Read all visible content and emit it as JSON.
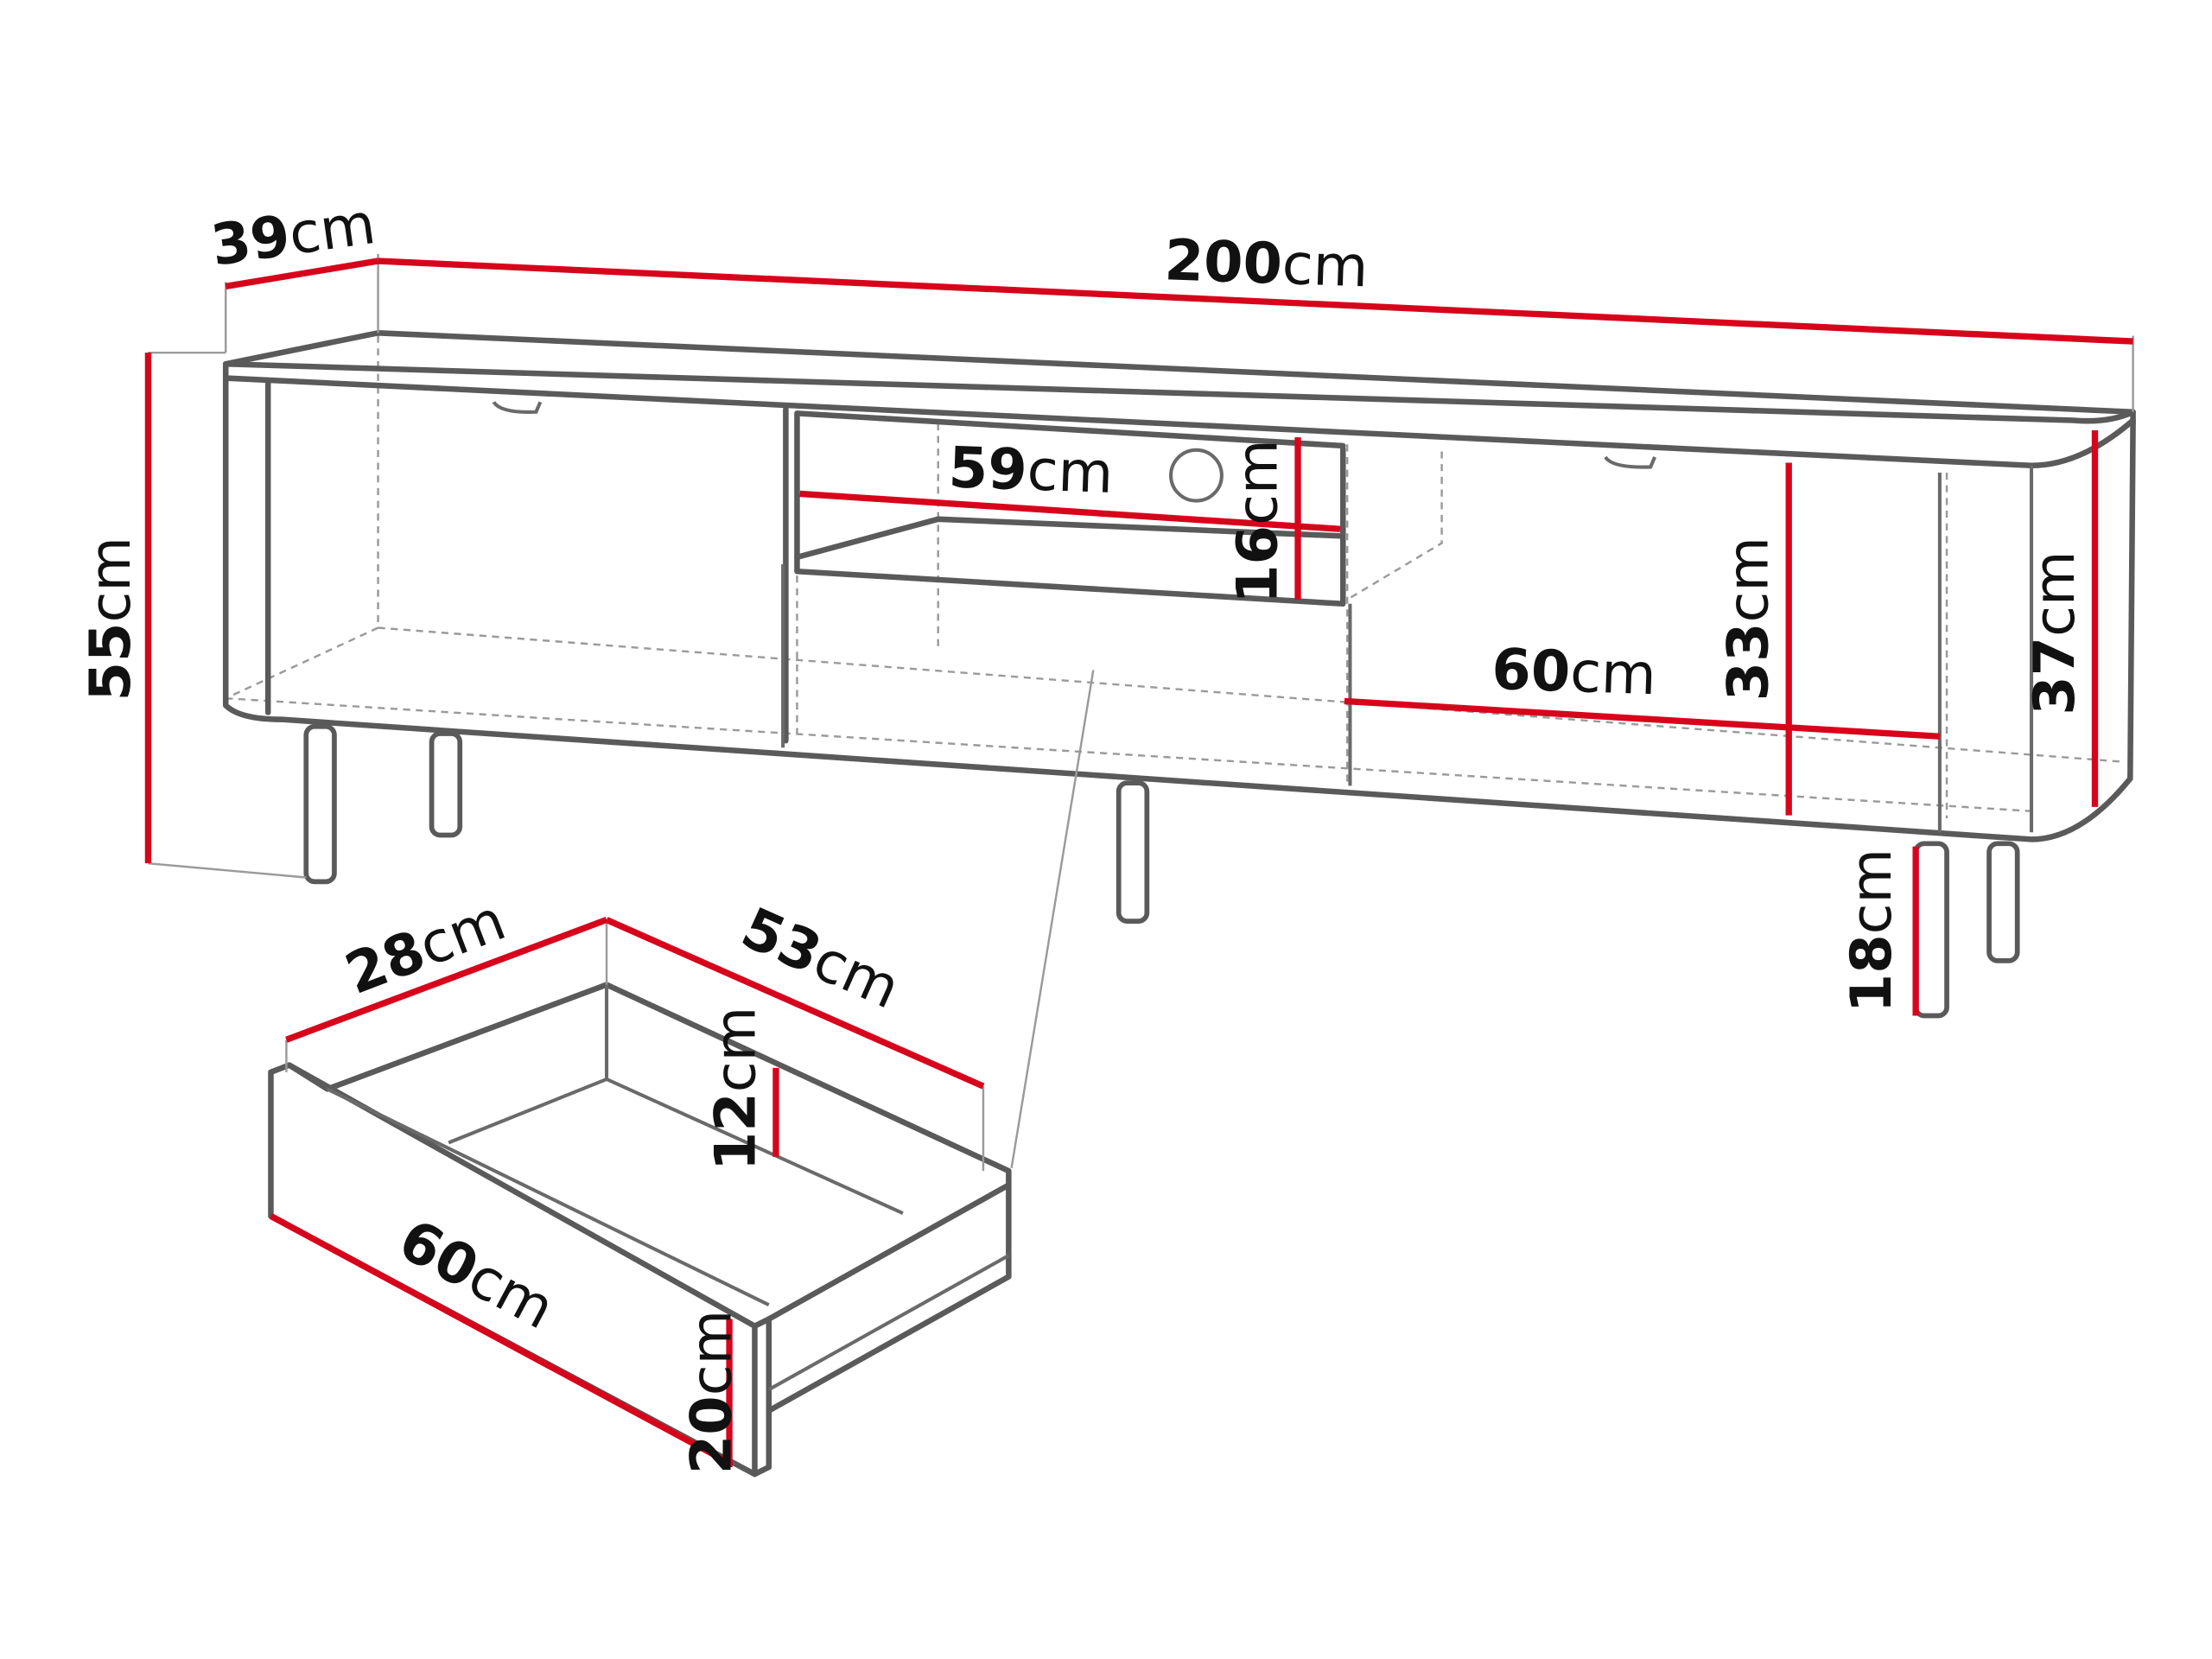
{
  "colors": {
    "dimension_line": "#d7051c",
    "outline": "#5a5a5a",
    "background": "#ffffff"
  },
  "cabinet": {
    "depth": {
      "value": "39",
      "unit": "cm"
    },
    "width": {
      "value": "200",
      "unit": "cm"
    },
    "height": {
      "value": "55",
      "unit": "cm"
    },
    "niche_width": {
      "value": "59",
      "unit": "cm"
    },
    "niche_height": {
      "value": "16",
      "unit": "cm"
    },
    "compartment_width": {
      "value": "60",
      "unit": "cm"
    },
    "compartment_height": {
      "value": "33",
      "unit": "cm"
    },
    "body_height": {
      "value": "37",
      "unit": "cm"
    },
    "leg_height": {
      "value": "18",
      "unit": "cm"
    }
  },
  "drawer": {
    "width": {
      "value": "28",
      "unit": "cm"
    },
    "depth": {
      "value": "53",
      "unit": "cm"
    },
    "inner_height": {
      "value": "12",
      "unit": "cm"
    },
    "front_width": {
      "value": "60",
      "unit": "cm"
    },
    "front_height": {
      "value": "20",
      "unit": "cm"
    }
  }
}
